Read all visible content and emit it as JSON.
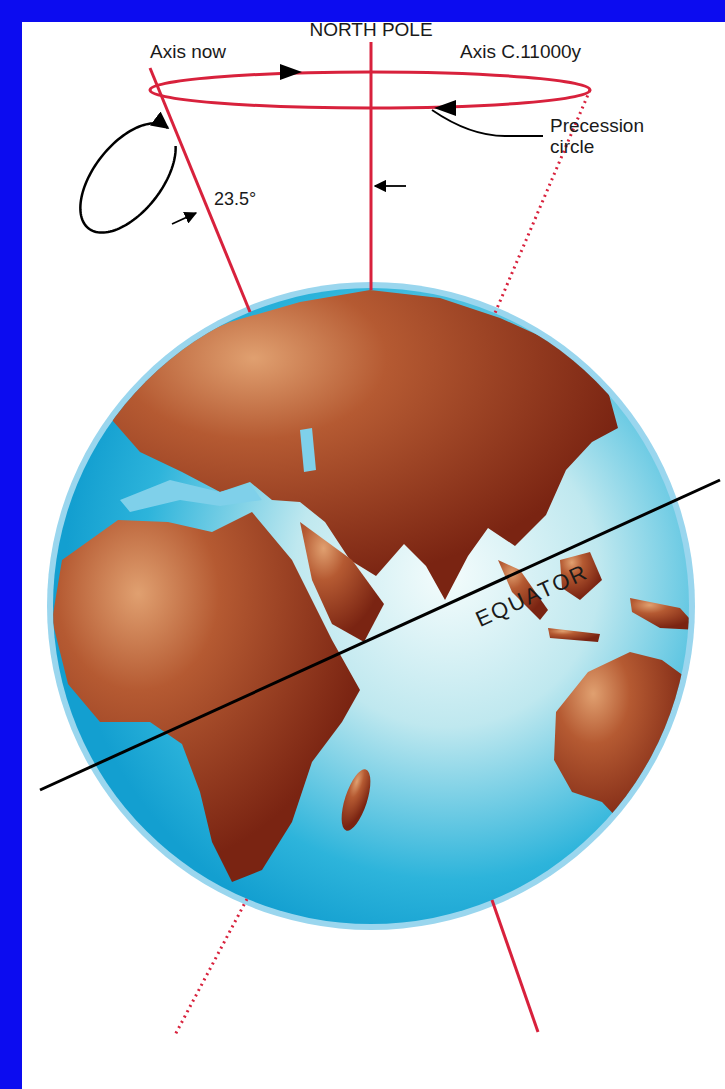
{
  "diagram": {
    "labels": [
      "NORTH POLE",
      "Axis now",
      "Axis C.11000y",
      "23.5°",
      "Precession circle",
      "EQUATOR"
    ]
  }
}
